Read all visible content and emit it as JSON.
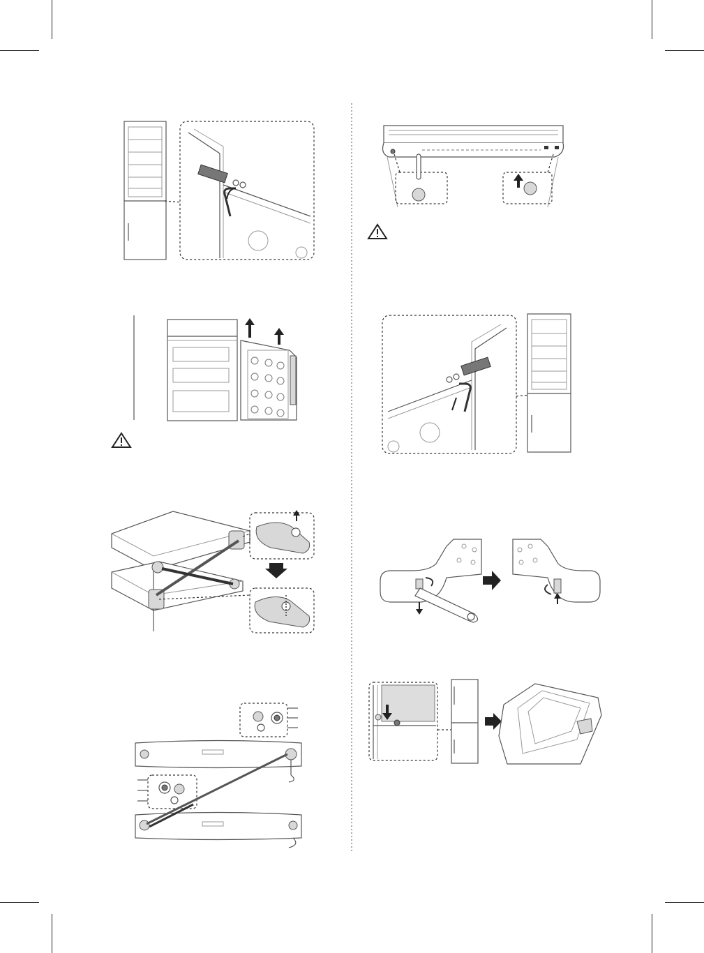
{
  "page": {
    "background": "#ffffff",
    "ink_color": "#222222",
    "illustration_color": "#555555"
  },
  "figures": [
    {
      "id": "fig-hinge-screw-remove",
      "icon": "allen-key-hinge-icon"
    },
    {
      "id": "fig-lift-freezer-door",
      "icon": "door-lift-icon"
    },
    {
      "id": "fig-warning-1",
      "icon": "warning-triangle-icon"
    },
    {
      "id": "fig-swap-hinge-pins",
      "icon": "hinge-swap-icon"
    },
    {
      "id": "fig-bottom-hinge-parts",
      "icon": "hinge-parts-icon"
    },
    {
      "id": "fig-top-cover-caps",
      "icon": "cover-caps-icon"
    },
    {
      "id": "fig-warning-2",
      "icon": "warning-triangle-icon"
    },
    {
      "id": "fig-hinge-screw-install",
      "icon": "allen-key-hinge-icon"
    },
    {
      "id": "fig-pin-wrench",
      "icon": "wrench-pin-icon"
    },
    {
      "id": "fig-door-mount",
      "icon": "door-mount-icon"
    }
  ]
}
